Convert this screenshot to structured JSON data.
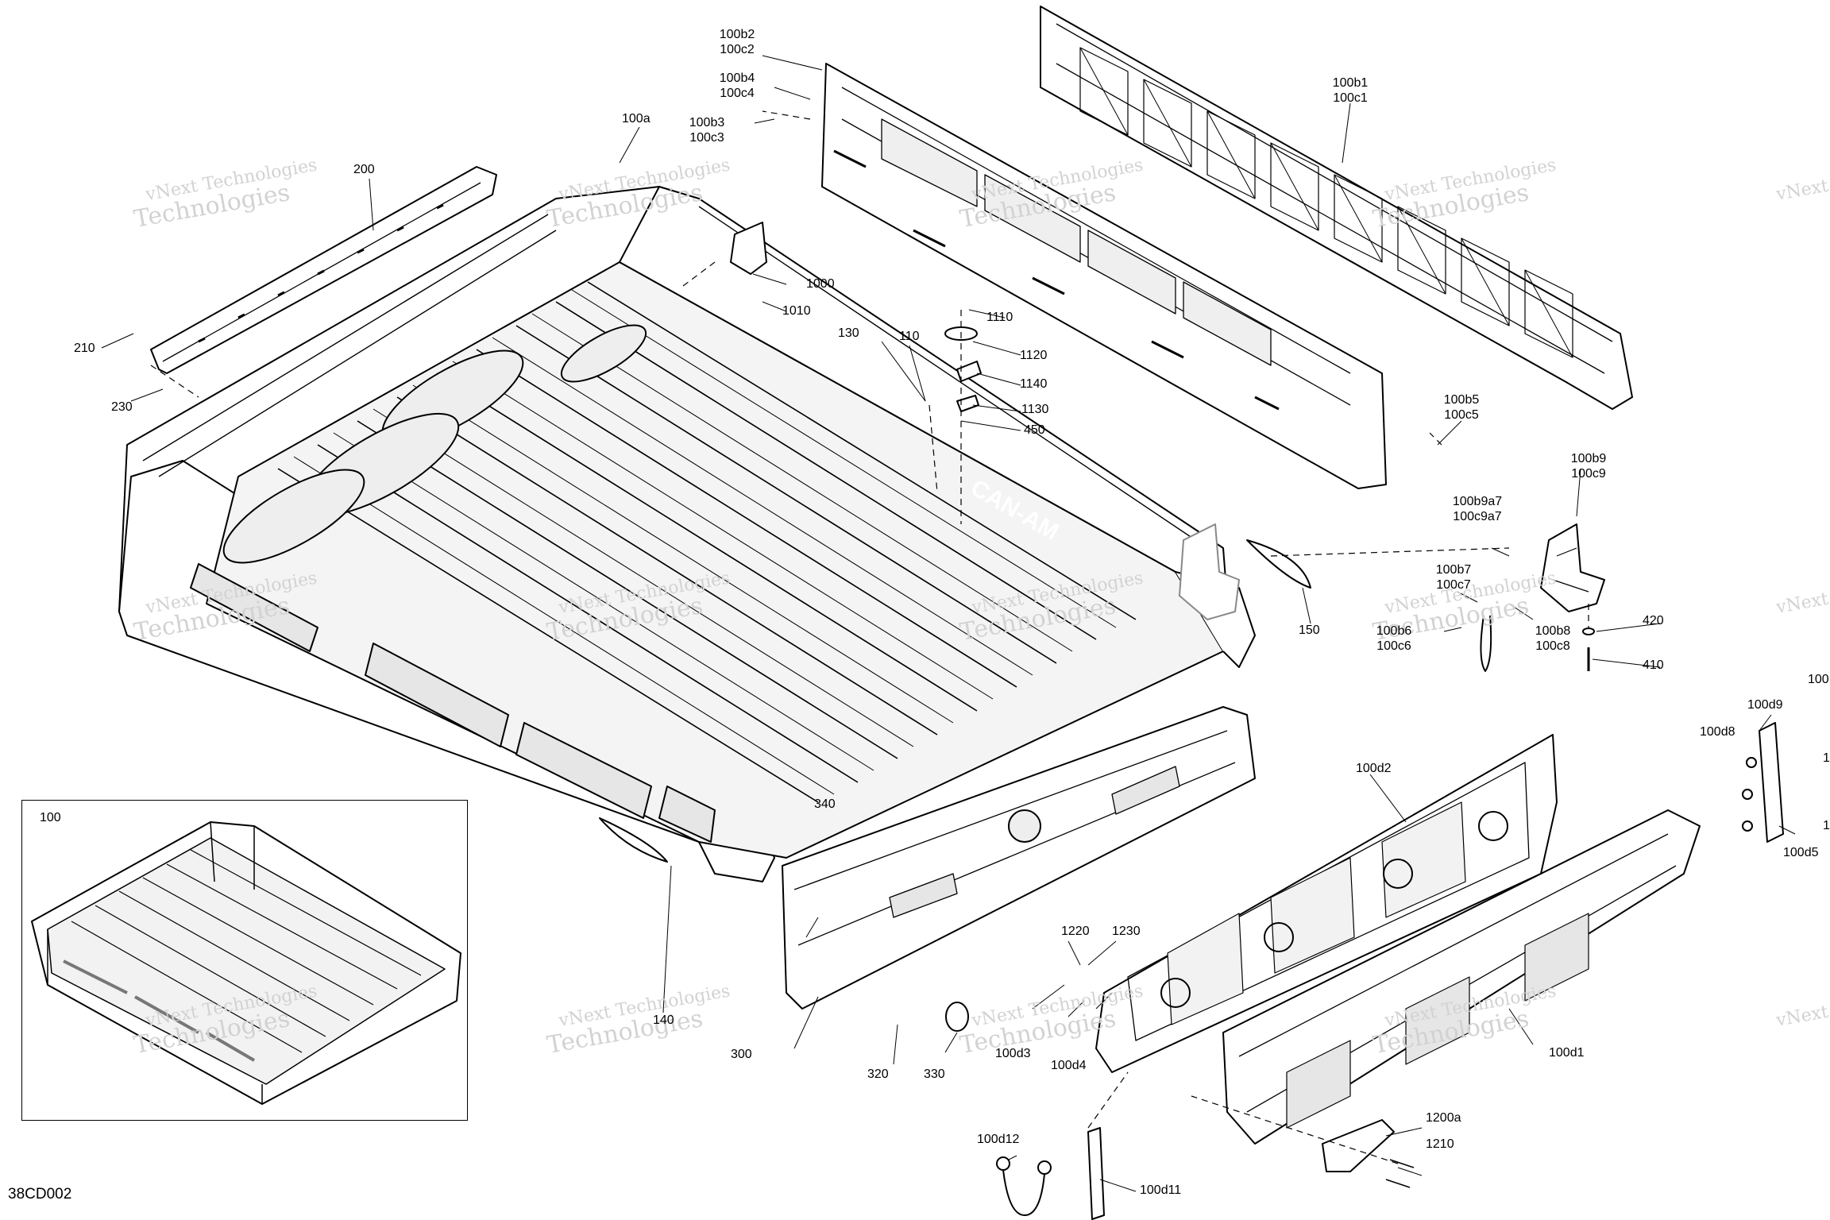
{
  "drawing_id": "38CD002",
  "watermark": {
    "line1": "vNext Technologies",
    "line2": "Technologies"
  },
  "inset": {
    "label": "100"
  },
  "callouts": {
    "c100b2": [
      "100b2",
      "100c2"
    ],
    "c100b4": [
      "100b4",
      "100c4"
    ],
    "c100b3": [
      "100b3",
      "100c3"
    ],
    "c100a": "100a",
    "c100b1": [
      "100b1",
      "100c1"
    ],
    "c200": "200",
    "c210": "210",
    "c230": "230",
    "c1000": "1000",
    "c1010": "1010",
    "c1110": "1110",
    "c1120": "1120",
    "c1140": "1140",
    "c1130": "1130",
    "c450": "450",
    "c130": "130",
    "c110": "110",
    "c100b5": [
      "100b5",
      "100c5"
    ],
    "c100b9": [
      "100b9",
      "100c9"
    ],
    "c100b9a7": [
      "100b9a7",
      "100c9a7"
    ],
    "c100b7": [
      "100b7",
      "100c7"
    ],
    "c100b6": [
      "100b6",
      "100c6"
    ],
    "c100b8": [
      "100b8",
      "100c8"
    ],
    "c150": "150",
    "c420": "420",
    "c410": "410",
    "c100d9": "100d9",
    "c100d8": "100d8",
    "c100d5": "100d5",
    "c100d2": "100d2",
    "c340": "340",
    "c1220": "1220",
    "c1230": "1230",
    "c140": "140",
    "c300": "300",
    "c320": "320",
    "c330": "330",
    "c100d3": "100d3",
    "c100d4": "100d4",
    "c100d1": "100d1",
    "c100d12": "100d12",
    "c100d11": "100d11",
    "c1200a": "1200a",
    "c1210": "1210",
    "c100_edge": "100",
    "c1_edge_a": "1",
    "c1_edge_b": "1"
  },
  "colors": {
    "line": "#000000",
    "part_fill": "#ffffff",
    "shade": "#e6e6e6",
    "watermark": "#d2d2d2"
  }
}
